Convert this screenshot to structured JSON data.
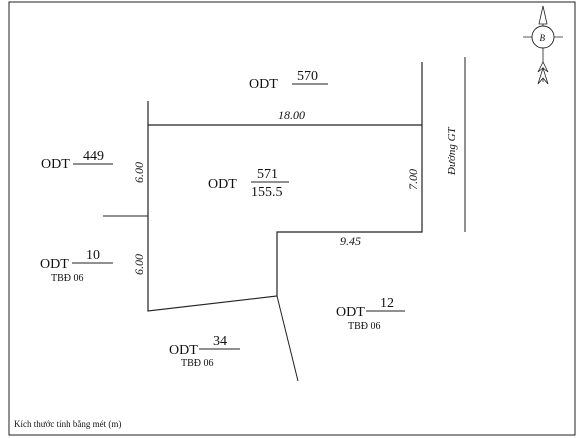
{
  "map": {
    "parcels": [
      {
        "id": "570",
        "type": "ODT",
        "number": "570",
        "sheet": ""
      },
      {
        "id": "571",
        "type": "ODT",
        "number": "571",
        "area": "155.5"
      },
      {
        "id": "449",
        "type": "ODT",
        "number": "449",
        "sheet": ""
      },
      {
        "id": "10",
        "type": "ODT",
        "number": "10",
        "sheet": "TBĐ 06"
      },
      {
        "id": "12",
        "type": "ODT",
        "number": "12",
        "sheet": "TBĐ 06"
      },
      {
        "id": "34",
        "type": "ODT",
        "number": "34",
        "sheet": "TBĐ 06"
      }
    ],
    "dimensions": {
      "top": "18.00",
      "left_upper": "6.00",
      "left_lower": "6.00",
      "right": "7.00",
      "step": "9.45"
    },
    "road_label": "Đường GT",
    "compass_letter": "B",
    "footnote": "Kích thước tính bằng mét (m)",
    "compass_icon": "north-arrow-icon"
  }
}
